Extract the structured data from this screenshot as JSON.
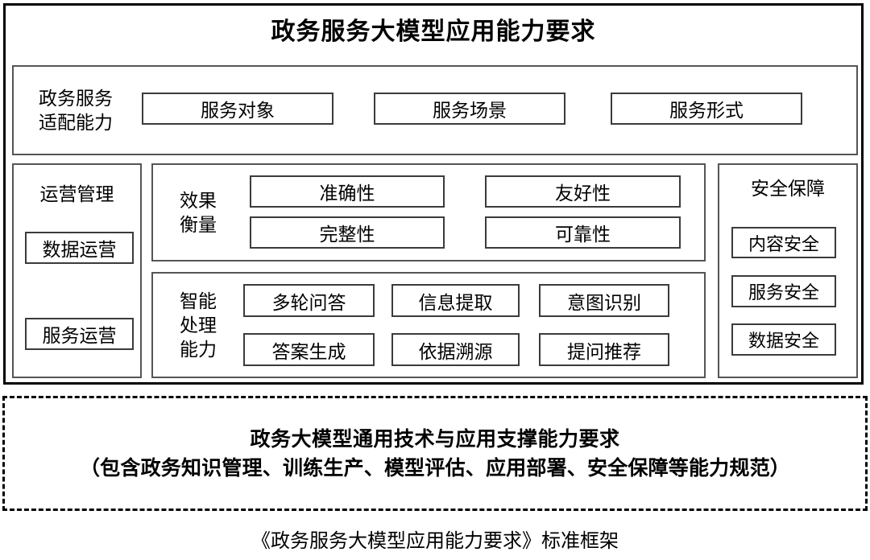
{
  "title": "政务服务大模型应用能力要求",
  "adaptation": {
    "label": "政务服务\n适配能力",
    "items": [
      {
        "label": "服务对象"
      },
      {
        "label": "服务场景"
      },
      {
        "label": "服务形式"
      }
    ]
  },
  "operations": {
    "label": "运营管理",
    "items": [
      {
        "label": "数据运营"
      },
      {
        "label": "服务运营"
      }
    ]
  },
  "effect": {
    "label": "效果\n衡量",
    "items": [
      {
        "label": "准确性"
      },
      {
        "label": "友好性"
      },
      {
        "label": "完整性"
      },
      {
        "label": "可靠性"
      }
    ]
  },
  "intelligence": {
    "label": "智能\n处理\n能力",
    "items": [
      {
        "label": "多轮问答"
      },
      {
        "label": "信息提取"
      },
      {
        "label": "意图识别"
      },
      {
        "label": "答案生成"
      },
      {
        "label": "依据溯源"
      },
      {
        "label": "提问推荐"
      }
    ]
  },
  "security": {
    "label": "安全保障",
    "items": [
      {
        "label": "内容安全"
      },
      {
        "label": "服务安全"
      },
      {
        "label": "数据安全"
      }
    ]
  },
  "foundation": {
    "line1": "政务大模型通用技术与应用支撑能力要求",
    "line2": "（包含政务知识管理、训练生产、模型评估、应用部署、安全保障等能力规范）"
  },
  "caption": "《政务服务大模型应用能力要求》标准框架",
  "colors": {
    "frame": "#000000",
    "panel_border": "#555555",
    "box_border": "#3b3b3b",
    "background": "#ffffff",
    "text": "#000000"
  }
}
